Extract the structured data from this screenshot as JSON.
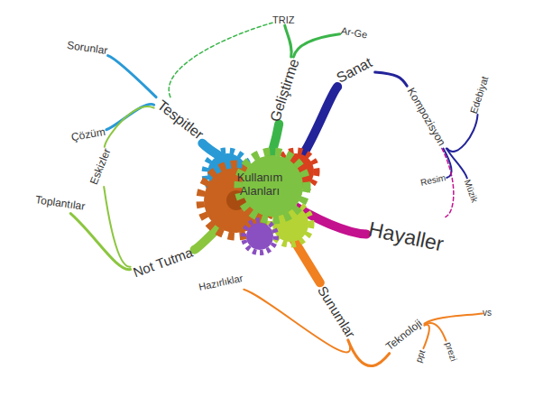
{
  "diagram": {
    "nodes": [
      {
        "text": [
          "Kullanım Alanları"
        ]
      },
      {
        "text": [
          "Tespitler"
        ]
      },
      {
        "text": [
          "Sorunlar"
        ]
      },
      {
        "text": [
          "Çözüm"
        ]
      },
      {
        "text": [
          "Geliştirme"
        ]
      },
      {
        "text": [
          "TRIZ"
        ]
      },
      {
        "text": [
          "Ar-Ge"
        ]
      },
      {
        "text": [
          "Sanat"
        ]
      },
      {
        "text": [
          "Kompozisyon"
        ]
      },
      {
        "text": [
          "Edebiyat"
        ]
      },
      {
        "text": [
          "Resim"
        ]
      },
      {
        "text": [
          "Müzik"
        ]
      },
      {
        "text": [
          "Hayaller"
        ]
      },
      {
        "text": [
          "Sunumlar"
        ]
      },
      {
        "text": [
          "Hazırlıklar"
        ]
      },
      {
        "text": [
          "Teknoloji"
        ]
      },
      {
        "text": [
          "ppt"
        ]
      },
      {
        "text": [
          "prezi"
        ]
      },
      {
        "text": [
          "vs"
        ]
      },
      {
        "text": [
          "Not Tutma"
        ]
      },
      {
        "text": [
          "Toplantılar"
        ]
      },
      {
        "text": [
          "Eskizler"
        ]
      }
    ],
    "edges": [
      {
        "from": 0,
        "to": 1,
        "arrow": "none"
      },
      {
        "from": 1,
        "to": 2,
        "arrow": "none"
      },
      {
        "from": 1,
        "to": 3,
        "arrow": "none"
      },
      {
        "from": 0,
        "to": 4,
        "arrow": "none"
      },
      {
        "from": 4,
        "to": 5,
        "arrow": "none"
      },
      {
        "from": 4,
        "to": 6,
        "arrow": "none"
      },
      {
        "from": 0,
        "to": 7,
        "arrow": "none"
      },
      {
        "from": 7,
        "to": 8,
        "arrow": "none"
      },
      {
        "from": 8,
        "to": 9,
        "arrow": "none"
      },
      {
        "from": 8,
        "to": 10,
        "arrow": "none"
      },
      {
        "from": 8,
        "to": 11,
        "arrow": "none"
      },
      {
        "from": 0,
        "to": 12,
        "arrow": "none"
      },
      {
        "from": 0,
        "to": 13,
        "arrow": "none"
      },
      {
        "from": 13,
        "to": 14,
        "arrow": "none"
      },
      {
        "from": 13,
        "to": 15,
        "arrow": "none"
      },
      {
        "from": 15,
        "to": 16,
        "arrow": "none"
      },
      {
        "from": 15,
        "to": 17,
        "arrow": "none"
      },
      {
        "from": 15,
        "to": 18,
        "arrow": "none"
      },
      {
        "from": 0,
        "to": 19,
        "arrow": "none"
      },
      {
        "from": 19,
        "to": 20,
        "arrow": "none"
      },
      {
        "from": 19,
        "to": 21,
        "arrow": "none"
      },
      {
        "from": 21,
        "to": 1,
        "arrow": "none"
      },
      {
        "from": 1,
        "to": 5,
        "arrow": "none"
      },
      {
        "from": 8,
        "to": 12,
        "arrow": "none"
      }
    ]
  }
}
